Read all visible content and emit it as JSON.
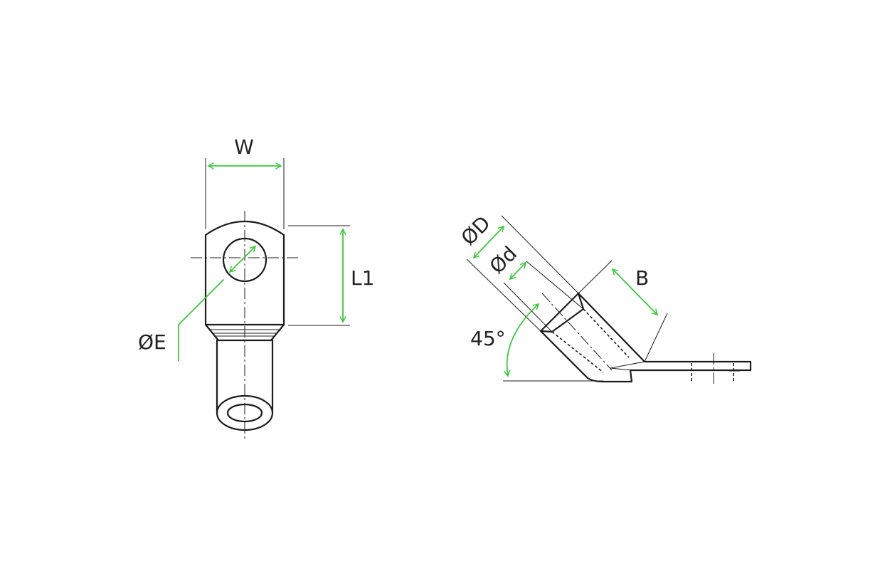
{
  "labels": {
    "width": "W",
    "length": "L1",
    "hole_diameter": "ØE",
    "outer_diameter": "ØD",
    "inner_diameter": "Ød",
    "barrel_length": "B",
    "angle": "45°"
  },
  "colors": {
    "outline": "#1c1c1c",
    "dimension": "#3cc93c",
    "text": "#222222"
  }
}
